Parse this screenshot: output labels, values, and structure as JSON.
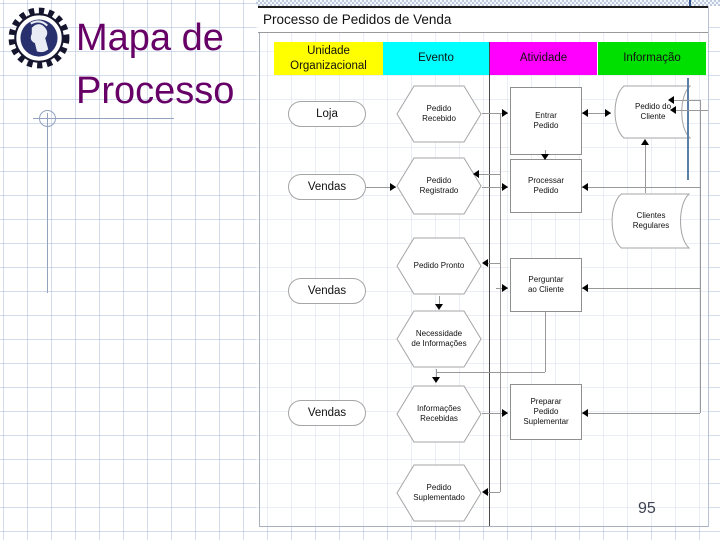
{
  "slide": {
    "logo_name": "gear-globe-logo",
    "title_line1": "Mapa de",
    "title_line2": "Processo",
    "title_color": "#660066",
    "page_number": "95"
  },
  "diagram": {
    "title": "Processo de Pedidos de Venda",
    "columns": [
      {
        "label": "Unidade Organizacional",
        "color": "#ffff00"
      },
      {
        "label": "Evento",
        "color": "#00ffff"
      },
      {
        "label": "Atividade",
        "color": "#ff00ff"
      },
      {
        "label": "Informação",
        "color": "#00e000"
      }
    ],
    "org_units": [
      "Loja",
      "Vendas",
      "Vendas",
      "Vendas"
    ],
    "events": [
      "Pedido Recebido",
      "Pedido Registrado",
      "Pedido Pronto",
      "Necessidade de Informações",
      "Informações Recebidas",
      "Pedido Suplementado"
    ],
    "activities": [
      "Entrar Pedido",
      "Processar Pedido",
      "Perguntar ao Cliente",
      "Preparar Pedido Suplementar"
    ],
    "information": [
      "Pedido do Cliente",
      "Clientes Regulares"
    ],
    "connector_color": "#999999",
    "grid_color": "#ccd6e8"
  }
}
